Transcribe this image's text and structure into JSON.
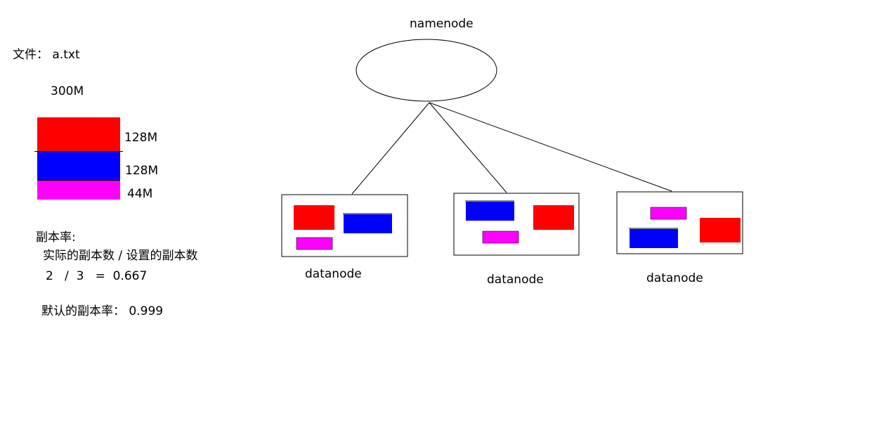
{
  "file": {
    "label": "文件： a.txt",
    "total_size": "300M",
    "blocks": [
      {
        "size": "128M",
        "color": "#ff0000"
      },
      {
        "size": "128M",
        "color": "#0000ff"
      },
      {
        "size": "44M",
        "color": "#ff00ff"
      }
    ]
  },
  "replication": {
    "title": "副本率:",
    "formula_text": "实际的副本数 / 设置的副本数",
    "example": "2   /  3   =  0.667",
    "default_label": "默认的副本率： 0.999"
  },
  "namenode": {
    "label": "namenode"
  },
  "datanodes": [
    {
      "label": "datanode"
    },
    {
      "label": "datanode"
    },
    {
      "label": "datanode"
    }
  ],
  "colors": {
    "red": "#ff0000",
    "blue": "#0000ff",
    "magenta": "#ff00ff",
    "line": "#000000"
  }
}
